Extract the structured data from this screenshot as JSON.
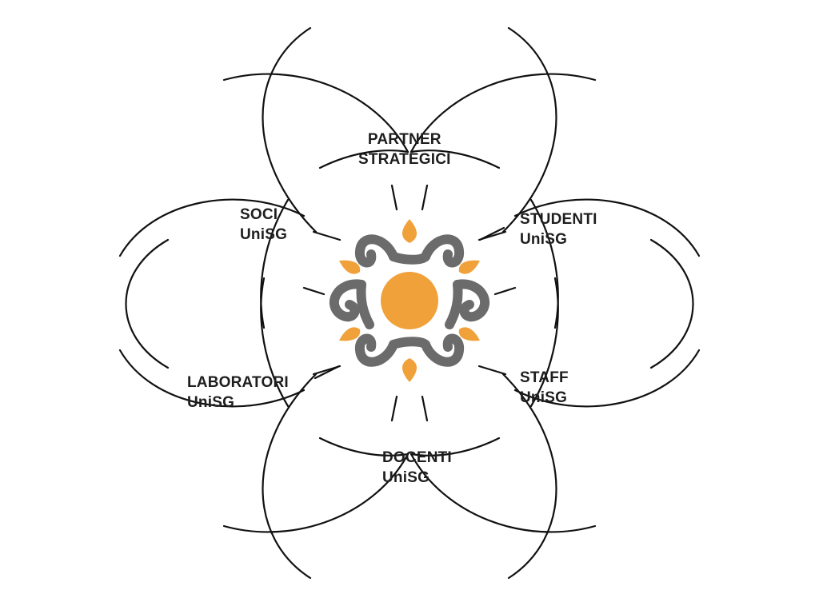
{
  "diagram": {
    "nodes": [
      {
        "id": "partner",
        "lines": [
          "PARTNER",
          "STRATEGICI"
        ]
      },
      {
        "id": "studenti",
        "lines": [
          "STUDENTI",
          "UniSG"
        ]
      },
      {
        "id": "staff",
        "lines": [
          "STAFF",
          "UniSG"
        ]
      },
      {
        "id": "docenti",
        "lines": [
          "DOCENTI",
          "UniSG"
        ]
      },
      {
        "id": "laboratori",
        "lines": [
          "LABORATORI",
          "UniSG"
        ]
      },
      {
        "id": "soci",
        "lines": [
          "SOCI",
          "UniSG"
        ]
      }
    ],
    "colors": {
      "line": "#111111",
      "logo_orange": "#f0a13a",
      "logo_gray": "#6b6b6b"
    },
    "icons": [
      "logo-mark-icon"
    ]
  }
}
